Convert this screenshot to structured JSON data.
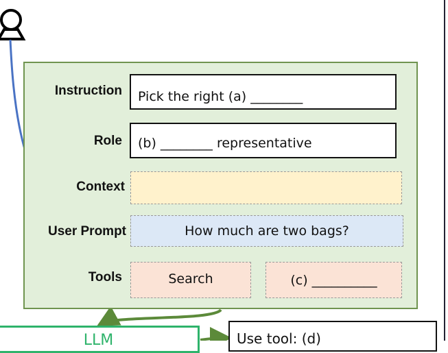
{
  "labels": {
    "instruction": "Instruction",
    "role": "Role",
    "context": "Context",
    "user_prompt": "User Prompt",
    "tools": "Tools"
  },
  "fields": {
    "instruction": "Pick the right (a) ________",
    "role": "(b) ________ representative",
    "context": "",
    "user_prompt": "How much are two bags?",
    "tool_1": "Search",
    "tool_2": "(c) __________"
  },
  "llm": {
    "label": "LLM"
  },
  "output": {
    "label": "Use tool: (d)"
  },
  "colors": {
    "panel": "#e2efda",
    "context": "#fff2cc",
    "prompt": "#dce8f6",
    "tools": "#fbe3d6",
    "llm_border": "#2eb36b",
    "blue_arrow": "#4a73c4",
    "green_arrow": "#5c8a3a"
  }
}
